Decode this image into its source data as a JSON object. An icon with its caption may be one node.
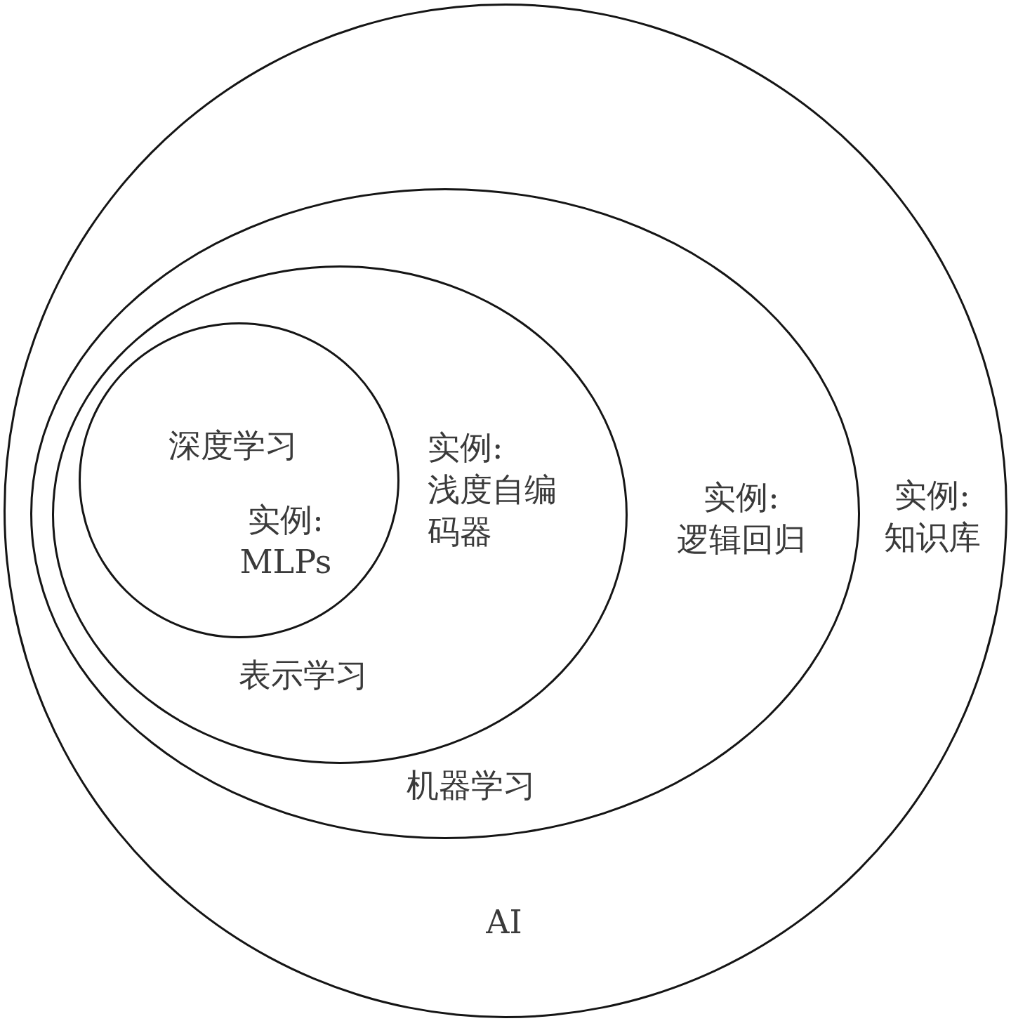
{
  "diagram": {
    "nodes": [
      {
        "text": [
          "实例: 知识库",
          "AI"
        ]
      },
      {
        "text": [
          "实例: 逻辑回归",
          "机器学习"
        ],
        "in": 0
      },
      {
        "text": [
          "实例: 浅度自编码器",
          "表示学习"
        ],
        "in": 1
      },
      {
        "text": [
          "深度学习",
          "实例: MLPs"
        ],
        "in": 2
      }
    ]
  }
}
